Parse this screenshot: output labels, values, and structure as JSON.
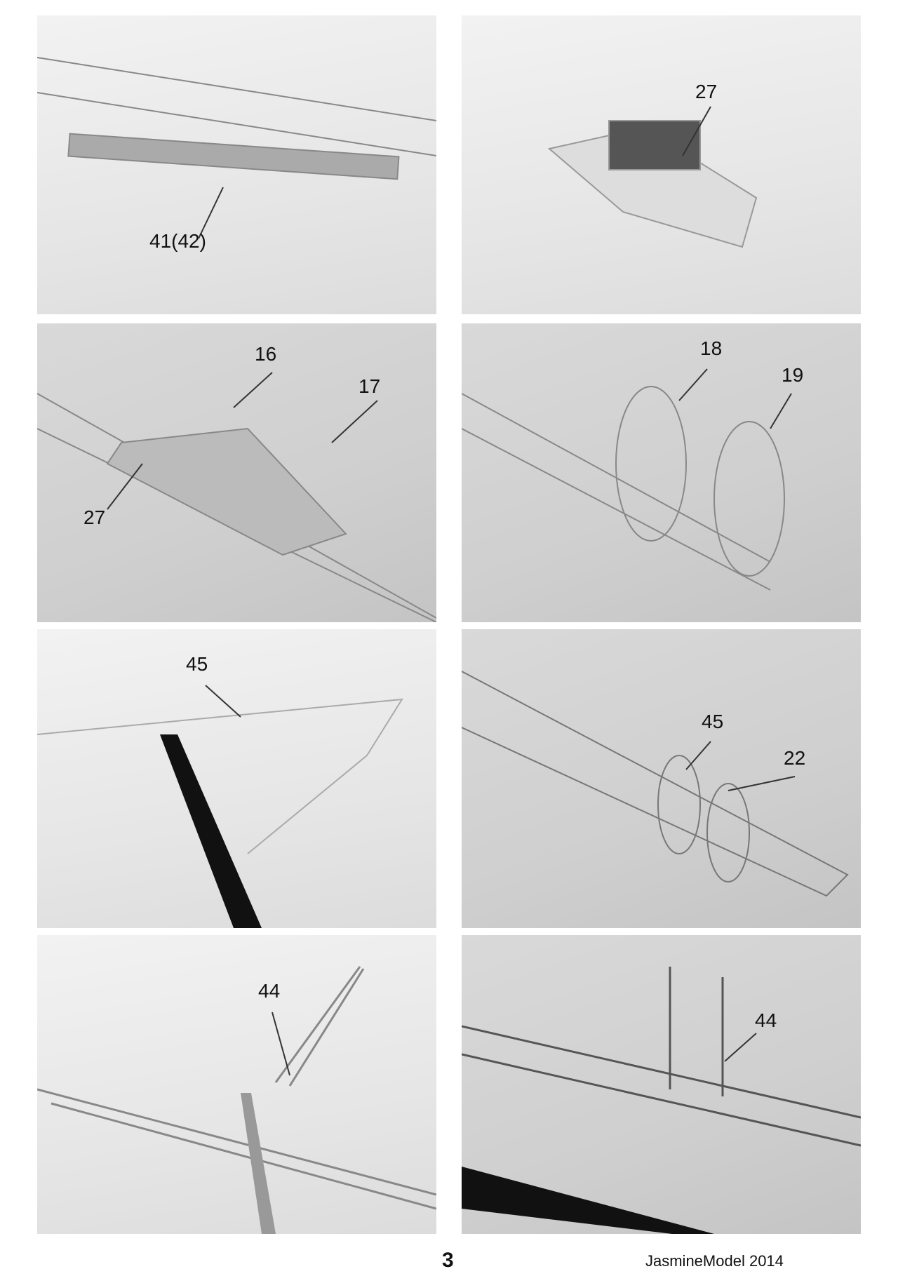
{
  "photos": [
    {
      "labels": [
        "41(42)"
      ]
    },
    {
      "labels": [
        "27"
      ]
    },
    {
      "labels": [
        "16",
        "17",
        "27"
      ]
    },
    {
      "labels": [
        "18",
        "19"
      ]
    },
    {
      "labels": [
        "45"
      ]
    },
    {
      "labels": [
        "45",
        "22"
      ]
    },
    {
      "labels": [
        "44"
      ]
    },
    {
      "labels": [
        "44"
      ]
    }
  ],
  "footer": {
    "page_number": "3",
    "brand": "JasmineModel 2014"
  }
}
